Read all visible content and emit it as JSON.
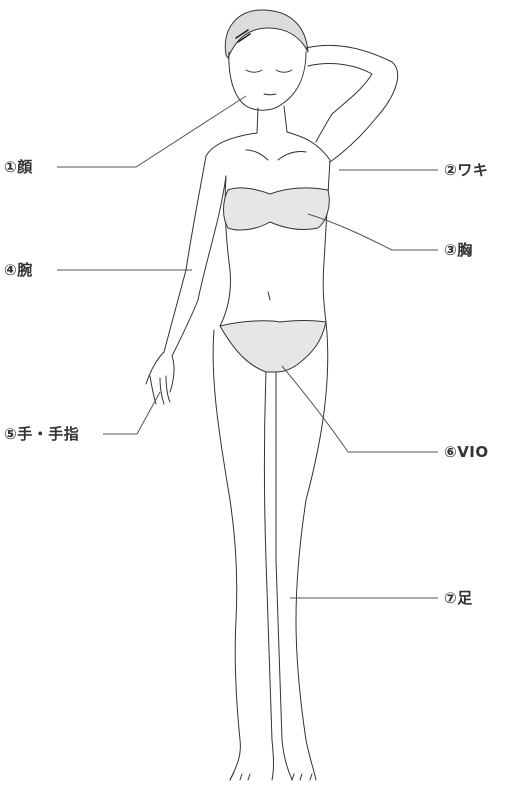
{
  "labels": {
    "face": "①顔",
    "armpit": "②ワキ",
    "chest": "③胸",
    "arm": "④腕",
    "hands": "⑤手・手指",
    "vio": "⑥VIO",
    "legs": "⑦足"
  },
  "colors": {
    "line": "#555555",
    "body_stroke": "#333333",
    "highlight_fill": "#e6e6e6",
    "hair": "#dcdcdc",
    "text": "#333333"
  }
}
